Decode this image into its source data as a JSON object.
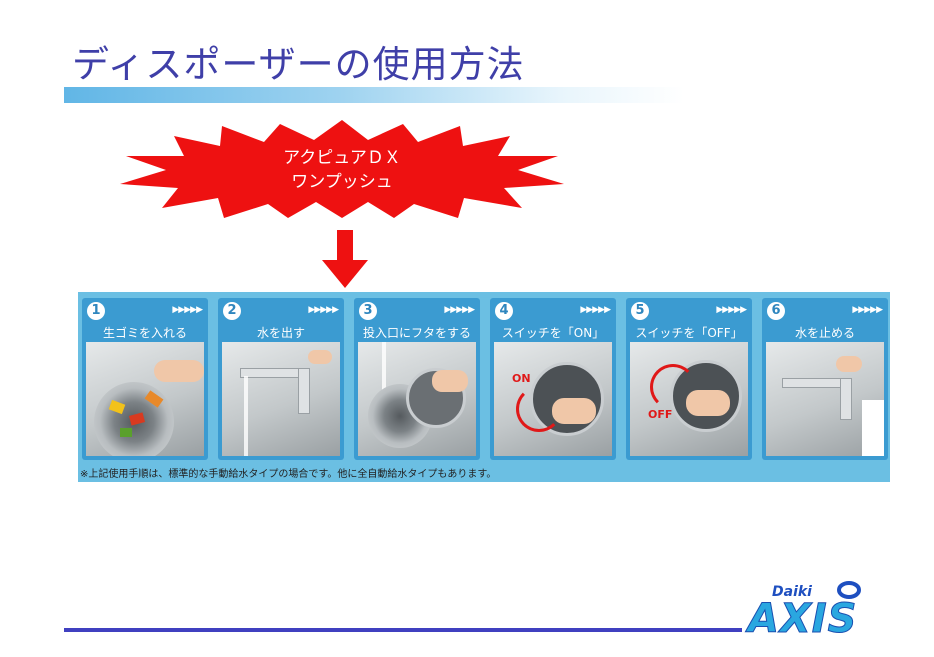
{
  "title": "ディスポーザーの使用方法",
  "burst": {
    "line1": "アクピュアＤＸ",
    "line2": "ワンプッシュ",
    "color": "#ee1111"
  },
  "steps": [
    {
      "num": "1",
      "label": "生ゴミを入れる"
    },
    {
      "num": "2",
      "label": "水を出す"
    },
    {
      "num": "3",
      "label": "投入口にフタをする"
    },
    {
      "num": "4",
      "label": "スイッチを「ON」",
      "photo_tag": "ON"
    },
    {
      "num": "5",
      "label": "スイッチを「OFF」",
      "photo_tag": "OFF"
    },
    {
      "num": "6",
      "label": "水を止める"
    }
  ],
  "step_arrows": "▶▶▶▶▶",
  "note": "※上記使用手順は、標準的な手動給水タイプの場合です。他に全自動給水タイプもあります。",
  "logo": {
    "small": "Daiki",
    "big": "AXIS"
  },
  "colors": {
    "title": "#3f3fa8",
    "accent_blue": "#3b9bd1",
    "bottom_line": "#4040c0"
  }
}
